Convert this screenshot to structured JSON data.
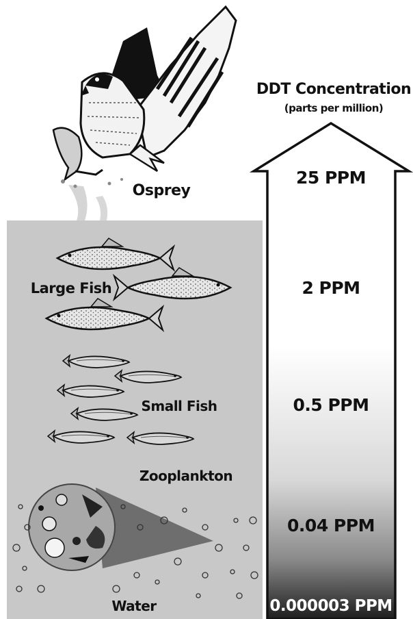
{
  "title": {
    "line1": "DDT Concentration",
    "line2": "(parts per million)"
  },
  "organisms": {
    "osprey": "Osprey",
    "large_fish": "Large Fish",
    "small_fish": "Small Fish",
    "zooplankton": "Zooplankton",
    "water": "Water"
  },
  "levels": [
    {
      "label": "25 PPM",
      "value": 25
    },
    {
      "label": "2 PPM",
      "value": 2
    },
    {
      "label": "0.5 PPM",
      "value": 0.5
    },
    {
      "label": "0.04 PPM",
      "value": 0.04
    },
    {
      "label": "0.000003 PPM",
      "value": 3e-06
    }
  ],
  "colors": {
    "water_panel": "#c8c8c8",
    "arrow_top": "#ffffff",
    "arrow_bottom": "#222222",
    "ink": "#111111"
  }
}
